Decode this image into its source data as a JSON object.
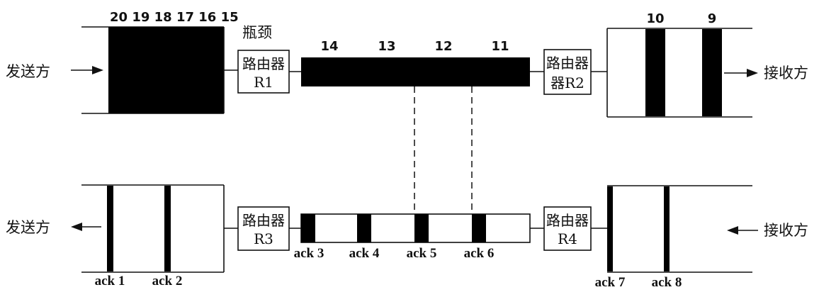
{
  "top": {
    "sender_label": "发送方",
    "receiver_label": "接收方",
    "bottleneck_label": "瓶颈",
    "sender_packet_numbers": "20 19 18 17 16 15",
    "router_r1": {
      "line1": "路由器",
      "line2": "R1"
    },
    "router_r2": {
      "line1": "路由器",
      "line2": "器R2"
    },
    "bottleneck_packets": [
      "14",
      "13",
      "12",
      "11"
    ],
    "receiver_packets": [
      "10",
      "9"
    ]
  },
  "bottom": {
    "sender_label": "发送方",
    "receiver_label": "接收方",
    "router_r3": {
      "line1": "路由器",
      "line2": "R3"
    },
    "router_r4": {
      "line1": "路由器",
      "line2": "R4"
    },
    "sender_acks": [
      "ack 1",
      "ack 2"
    ],
    "middle_acks": [
      "ack 3",
      "ack 4",
      "ack 5",
      "ack 6"
    ],
    "receiver_acks": [
      "ack 7",
      "ack 8"
    ]
  }
}
